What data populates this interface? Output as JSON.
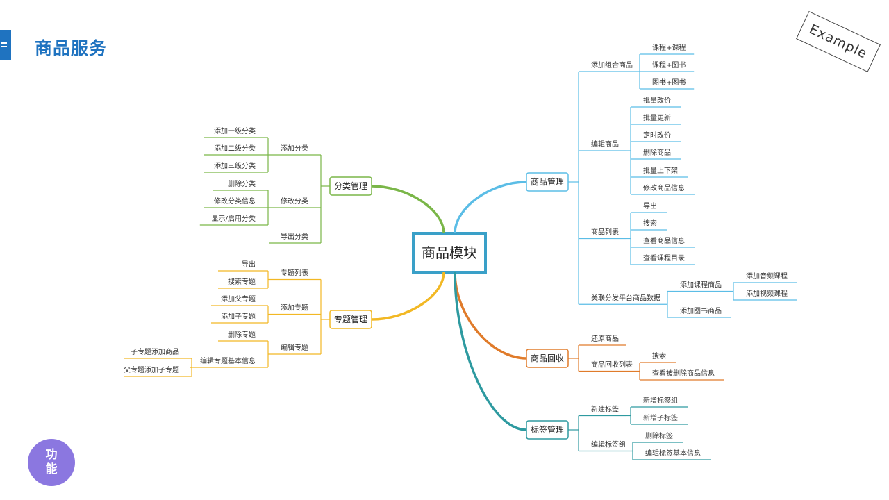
{
  "page": {
    "title": "商品服务",
    "stamp_text": "Example",
    "badge_line1": "功",
    "badge_line2": "能"
  },
  "colors": {
    "accent": "#1f73c0",
    "badge": "#8b77e0",
    "root": "#3aa0c8",
    "blue": "#5bbde6",
    "green": "#7ab648",
    "yellow": "#f2b824",
    "orange": "#e07b2a",
    "teal": "#2e9aa0"
  },
  "mindmap": {
    "root": "商品模块",
    "branches": [
      {
        "label": "分类管理",
        "color": "#7ab648",
        "side": "left",
        "children": [
          {
            "label": "添加分类",
            "children": [
              {
                "label": "添加一级分类"
              },
              {
                "label": "添加二级分类"
              },
              {
                "label": "添加三级分类"
              }
            ]
          },
          {
            "label": "修改分类",
            "children": [
              {
                "label": "删除分类"
              },
              {
                "label": "修改分类信息"
              },
              {
                "label": "显示/启用分类"
              }
            ]
          },
          {
            "label": "导出分类"
          }
        ]
      },
      {
        "label": "专题管理",
        "color": "#f2b824",
        "side": "left",
        "children": [
          {
            "label": "专题列表",
            "children": [
              {
                "label": "导出"
              },
              {
                "label": "搜索专题"
              }
            ]
          },
          {
            "label": "添加专题",
            "children": [
              {
                "label": "添加父专题"
              },
              {
                "label": "添加子专题"
              }
            ]
          },
          {
            "label": "编辑专题",
            "children": [
              {
                "label": "删除专题"
              },
              {
                "label": "编辑专题基本信息",
                "children": [
                  {
                    "label": "子专题添加商品"
                  },
                  {
                    "label": "父专题添加子专题"
                  }
                ]
              }
            ]
          }
        ]
      },
      {
        "label": "商品管理",
        "color": "#5bbde6",
        "side": "right",
        "children": [
          {
            "label": "添加组合商品",
            "children": [
              {
                "label": "课程+课程"
              },
              {
                "label": "课程+图书"
              },
              {
                "label": "图书+图书"
              }
            ]
          },
          {
            "label": "编辑商品",
            "children": [
              {
                "label": "批量改价"
              },
              {
                "label": "批量更新"
              },
              {
                "label": "定时改价"
              },
              {
                "label": "删除商品"
              },
              {
                "label": "批量上下架"
              },
              {
                "label": "修改商品信息"
              }
            ]
          },
          {
            "label": "商品列表",
            "children": [
              {
                "label": "导出"
              },
              {
                "label": "搜索"
              },
              {
                "label": "查看商品信息"
              },
              {
                "label": "查看课程目录"
              }
            ]
          },
          {
            "label": "关联分发平台商品数据",
            "children": [
              {
                "label": "添加课程商品",
                "children": [
                  {
                    "label": "添加音频课程"
                  },
                  {
                    "label": "添加视频课程"
                  }
                ]
              },
              {
                "label": "添加图书商品"
              }
            ]
          }
        ]
      },
      {
        "label": "商品回收",
        "color": "#e07b2a",
        "side": "right",
        "children": [
          {
            "label": "还原商品"
          },
          {
            "label": "商品回收列表",
            "children": [
              {
                "label": "搜索"
              },
              {
                "label": "查看被删除商品信息"
              }
            ]
          }
        ]
      },
      {
        "label": "标签管理",
        "color": "#2e9aa0",
        "side": "right",
        "children": [
          {
            "label": "新建标签",
            "children": [
              {
                "label": "新增标签组"
              },
              {
                "label": "新增子标签"
              }
            ]
          },
          {
            "label": "编辑标签组",
            "children": [
              {
                "label": "删除标签"
              },
              {
                "label": "编辑标签基本信息"
              }
            ]
          }
        ]
      }
    ]
  }
}
